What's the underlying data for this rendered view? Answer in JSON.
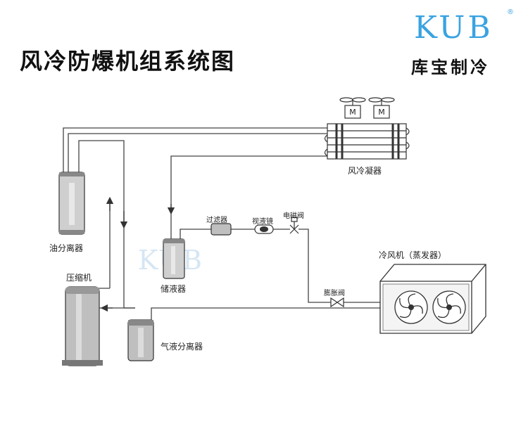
{
  "title": "风冷防爆机组系统图",
  "logo": {
    "text": "KUB",
    "registered": "®",
    "subtitle": "库宝制冷",
    "color": "#3aa3e0"
  },
  "watermark": "KUB",
  "components": {
    "condenser": "风冷凝器",
    "oil_separator": "油分离器",
    "compressor": "压缩机",
    "receiver": "储液器",
    "filter": "过滤器",
    "sight_glass": "视液镜",
    "solenoid_valve": "电磁阀",
    "expansion_valve": "膨胀阀",
    "evaporator": "冷风机（蒸发器）",
    "gas_liquid_separator": "气液分离器"
  },
  "fan_motor_label": "M"
}
